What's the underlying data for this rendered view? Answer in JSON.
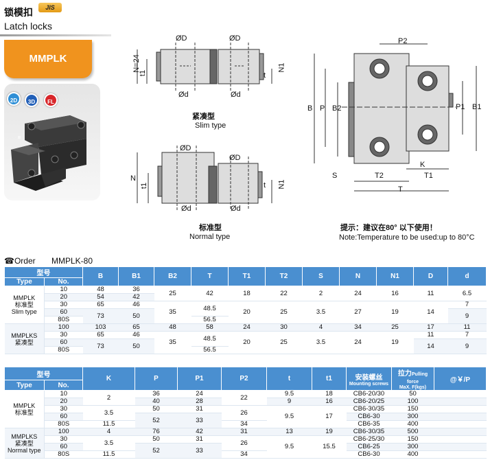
{
  "header": {
    "title_cn": "锁模扣",
    "jis": "JIS",
    "title_en": "Latch locks"
  },
  "product_code": "MMPLK",
  "badges": {
    "b2d": "2D",
    "b3d": "3D",
    "bfl": "FL"
  },
  "drawings": {
    "dia_D": "ØD",
    "dia_d": "Ød",
    "N24": "N=24",
    "N": "N",
    "t": "t",
    "t1": "t1",
    "N1": "N1",
    "slim_cn": "紧凑型",
    "slim_en": "Slim type",
    "normal_cn": "标准型",
    "normal_en": "Normal type",
    "P": "P",
    "P1": "P1",
    "P2": "P2",
    "B": "B",
    "B1": "B1",
    "B2": "B2",
    "S": "S",
    "K": "K",
    "T": "T",
    "T1": "T1",
    "T2": "T2"
  },
  "note": {
    "cn": "提示：建议在80°  以下使用！",
    "en": "Note:Temperature to be used:up to 80°C"
  },
  "order": {
    "label": "Order",
    "code": "MMPLK-80"
  },
  "table1": {
    "h_model": "型号",
    "h_type": "Type",
    "h_no": "No.",
    "cols": [
      "B",
      "B1",
      "B2",
      "T",
      "T1",
      "T2",
      "S",
      "N",
      "N1",
      "D",
      "d"
    ],
    "groups": [
      {
        "name_lines": [
          "MMPLK",
          "标准型",
          "Slim type"
        ]
      },
      {
        "name_lines": [
          "MMPLKS",
          "紧凑型"
        ]
      }
    ],
    "nos": [
      "10",
      "20",
      "30",
      "60",
      "80S",
      "100",
      "30",
      "60",
      "80S"
    ]
  },
  "table2": {
    "h_model": "型号",
    "h_type": "Type",
    "h_no": "No.",
    "cols": [
      "K",
      "P",
      "P1",
      "P2",
      "t",
      "t1"
    ],
    "col_screw_cn": "安装螺丝",
    "col_screw_en": "Mounting screws",
    "col_force_cn": "拉力",
    "col_force_en1": "Pulling force",
    "col_force_en2": "MaX. F(kgs)",
    "col_price": "@￥/P",
    "groups": [
      {
        "name_lines": [
          "MMPLK",
          "标准型"
        ]
      },
      {
        "name_lines": [
          "MMPLKS",
          "紧凑型",
          "Normal type"
        ]
      }
    ],
    "rows": [
      [
        "10",
        "",
        "36",
        "24",
        "",
        "9.5",
        "18",
        "CB6-20/30",
        "50"
      ],
      [
        "20",
        "",
        "40",
        "28",
        "",
        "9",
        "16",
        "CB6-20/25",
        "100"
      ],
      [
        "30",
        "3.5",
        "50",
        "31",
        "",
        "",
        "",
        "CB6-30/35",
        "150"
      ],
      [
        "60",
        "",
        "",
        "",
        "",
        "",
        "",
        "CB6-30",
        "300"
      ],
      [
        "80S",
        "11.5",
        "",
        "",
        "34",
        "",
        "",
        "CB6-35",
        "400"
      ],
      [
        "100",
        "4",
        "76",
        "42",
        "31",
        "13",
        "19",
        "CB6-30/35",
        "500"
      ],
      [
        "30",
        "",
        "50",
        "31",
        "",
        "",
        "",
        "CB6-25/30",
        "150"
      ],
      [
        "60",
        "",
        "",
        "",
        "",
        "",
        "",
        "CB6-25",
        "300"
      ],
      [
        "80S",
        "11.5",
        "",
        "",
        "34",
        "",
        "",
        "CB6-30",
        "400"
      ]
    ],
    "merged": {
      "k_10_20": "2",
      "k_30_60": "3.5",
      "k_s_30_60": "3.5",
      "p_60_80": "52",
      "p1_60_80": "33",
      "p2_10_20": "22",
      "p2_30_60": "26",
      "t_30_80": "9.5",
      "t1_30_80": "17",
      "p_s_60_80": "52",
      "p1_s_60_80": "33",
      "p2_s_30_60": "26",
      "t_s": "9.5",
      "t1_s": "15.5"
    }
  },
  "table1_values": {
    "B": [
      "48",
      "54",
      "65",
      "",
      "73",
      "103",
      "65",
      "",
      ""
    ],
    "B1": [
      "36",
      "42",
      "46",
      "",
      "50",
      "65",
      "46",
      "",
      ""
    ],
    "B2": {
      "m1": "25",
      "m2": "35",
      "r100": "48",
      "m3": "35"
    },
    "T": {
      "m1": "42",
      "v30": "48.5",
      "v80": "56.5",
      "r100": "58",
      "s30": "48.5",
      "s80": "56.5"
    },
    "T1": {
      "m1": "18",
      "m2": "20",
      "r100": "24",
      "m3": "20"
    },
    "T2": {
      "m1": "22",
      "m2": "25",
      "r100": "30",
      "m3": "25"
    },
    "S": {
      "m1": "2",
      "m2": "3.5",
      "r100": "4",
      "m3": "3.5"
    },
    "N": {
      "m1": "24",
      "m2": "27",
      "r100": "34",
      "m3": "24"
    },
    "N1": {
      "m1": "16",
      "m2": "19",
      "r100": "25",
      "m3": "19"
    },
    "D": {
      "m1": "11",
      "m2": "14",
      "r100": "17",
      "s30": "11",
      "s68": "14"
    },
    "d": {
      "v10": "6.5",
      "v30": "7",
      "v60": "9",
      "r100": "11",
      "s30": "7",
      "s68": "9"
    },
    "B_s68": "73",
    "B1_s68": "50"
  }
}
